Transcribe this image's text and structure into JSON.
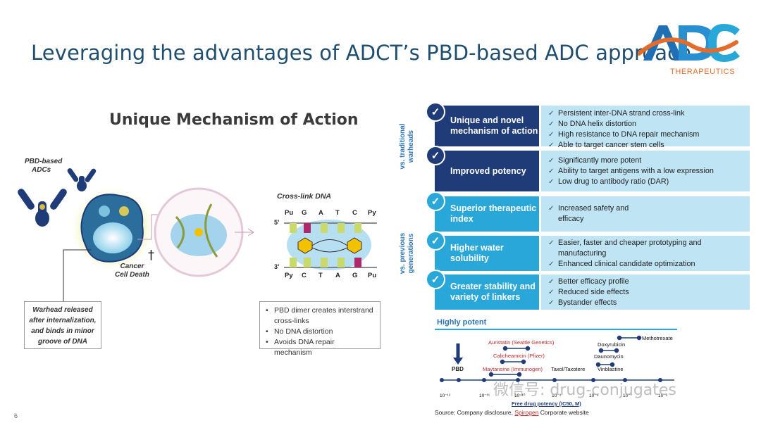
{
  "header": {
    "title": "Leveraging the advantages of ADCT’s PBD-based ADC approach",
    "logo_text": "ADC",
    "logo_sub": "THERAPEUTICS"
  },
  "mechanism": {
    "title": "Unique Mechanism of Action",
    "pbd_label": [
      "PBD-based",
      "ADCs"
    ],
    "cell_death_label": [
      "Cancer",
      "Cell Death"
    ],
    "crosslink_label": "Cross-link DNA",
    "strand_top": [
      "Pu",
      "G",
      "A",
      "T",
      "C",
      "Py"
    ],
    "strand_bottom": [
      "Py",
      "C",
      "T",
      "A",
      "G",
      "Pu"
    ],
    "prime_top": "5’",
    "prime_bottom": "3’",
    "warhead_note": [
      "Warhead released",
      "after internalization,",
      "and binds in minor",
      "groove of DNA"
    ],
    "dna_notes": [
      "PBD dimer creates interstrand cross-links",
      "No DNA distortion",
      "Avoids DNA repair mechanism"
    ]
  },
  "comparison": {
    "group_traditional": [
      "vs. traditional",
      "warheads"
    ],
    "group_previous": [
      "vs. previous",
      "generations"
    ],
    "check_symbol": "✓",
    "rows": [
      {
        "head": "Unique and novel mechanism of action",
        "style": "dark",
        "items": [
          "Persistent inter-DNA strand cross-link",
          "No DNA helix distortion",
          "High resistance to DNA repair mechanism",
          "Able to target cancer stem cells"
        ]
      },
      {
        "head": "Improved potency",
        "style": "dark",
        "items": [
          "Significantly more potent",
          "Ability to target antigens with a low expression",
          "Low drug to antibody ratio (DAR)"
        ]
      },
      {
        "head": "Superior therapeutic index",
        "style": "light",
        "items": [
          "Increased safety and efficacy"
        ]
      },
      {
        "head": "Higher water solubility",
        "style": "light",
        "items": [
          "Easier, faster and cheaper prototyping and manufacturing",
          "Enhanced clinical candidate optimization"
        ]
      },
      {
        "head": "Greater stability and variety of linkers",
        "style": "light",
        "items": [
          "Better efficacy profile",
          "Reduced side effects",
          "Bystander effects"
        ]
      }
    ]
  },
  "potency": {
    "title": "Highly potent",
    "pbd": "PBD",
    "drugs": [
      {
        "name": "Auristatin (Seattle Genetics)",
        "color": "#c0282a"
      },
      {
        "name": "Calicheamicin (Pfizer)",
        "color": "#c0282a"
      },
      {
        "name": "Maytansine (Immunogen)",
        "color": "#c0282a"
      },
      {
        "name": "Taxol/Taxotere",
        "color": "#111111"
      },
      {
        "name": "Doxyrubicin",
        "color": "#111111"
      },
      {
        "name": "Methotrexate",
        "color": "#111111"
      },
      {
        "name": "Daunomycin",
        "color": "#111111"
      },
      {
        "name": "Vinblastine",
        "color": "#111111"
      }
    ],
    "axis_ticks": [
      "10⁻¹²",
      "10⁻¹¹",
      "10⁻¹⁰",
      "10⁻⁹",
      "10⁻⁸",
      "10⁻⁷",
      "10⁻⁶"
    ],
    "axis_label": "Free drug potency (IC50, M)"
  },
  "footer": {
    "source_prefix": "Source: Company disclosure, ",
    "source_link": "Spirogen",
    "source_suffix": " Corporate website",
    "page": "6",
    "watermark": "微信号: drug-conjugates"
  },
  "colors": {
    "title": "#1f4e6e",
    "dark_row": "#1f3c78",
    "light_row": "#2aa7d9",
    "row_body": "#bfe4f4",
    "accent_orange": "#e46c2a"
  }
}
